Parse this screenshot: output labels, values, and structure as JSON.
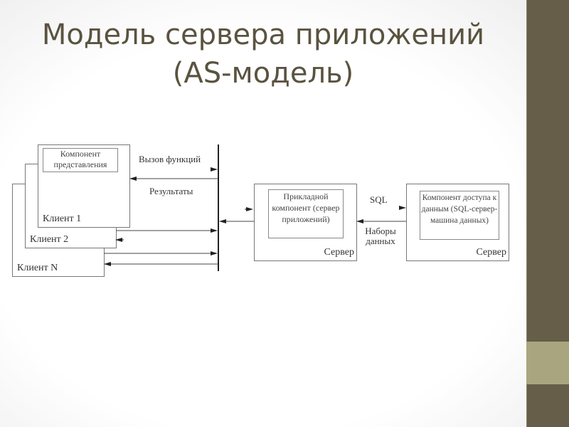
{
  "title": {
    "line1": "Модель сервера приложений",
    "line2": "(AS-модель)"
  },
  "diagram": {
    "clients": [
      {
        "label": "Клиент 1",
        "component": "Компонент представления"
      },
      {
        "label": "Клиент 2"
      },
      {
        "label": "Клиент N"
      }
    ],
    "call_label": "Вызов функций",
    "results_label": "Результаты",
    "app_server": {
      "component": "Прикладной компонент (сервер приложений)",
      "label": "Сервер"
    },
    "db_server": {
      "component": "Компонент доступа к данным (SQL-сервер-машина данных)",
      "label": "Сервер"
    },
    "sql_label": "SQL",
    "datasets_label": "Наборы данных"
  },
  "colors": {
    "strip": "#665e48",
    "band": "#a9a67f",
    "title": "#5a5340"
  }
}
